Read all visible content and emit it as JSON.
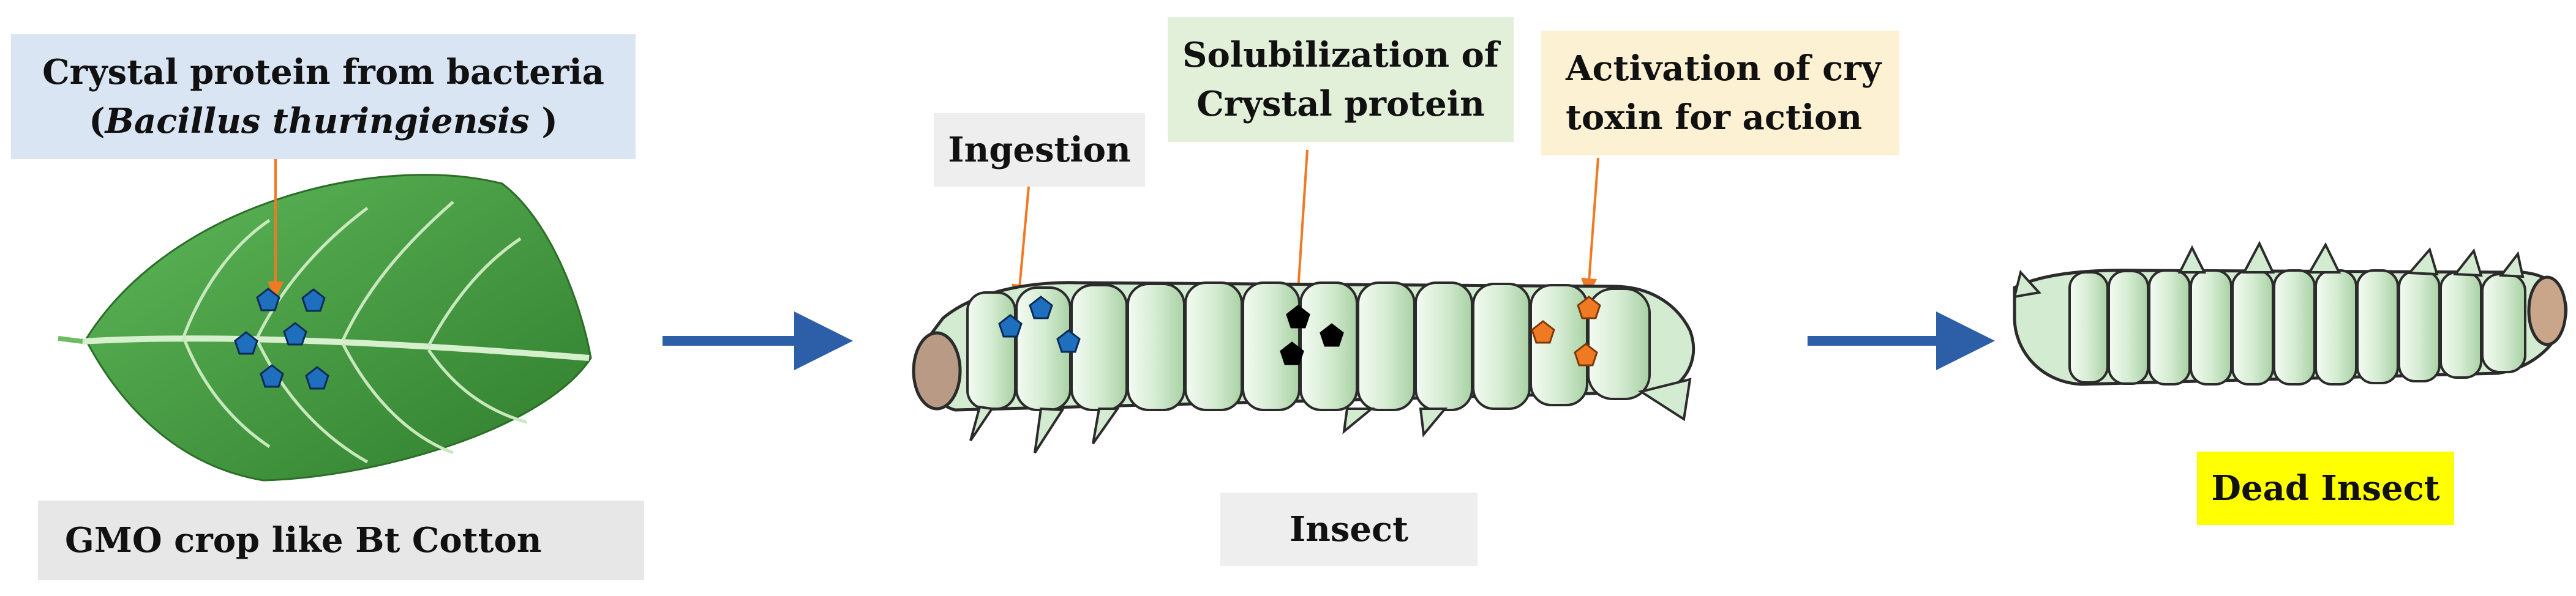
{
  "labels": {
    "crystal_protein_line1": "Crystal protein from bacteria",
    "crystal_protein_open": "(",
    "crystal_protein_species": "Bacillus thuringiensis",
    "crystal_protein_close": " )",
    "gmo_crop": "GMO crop like Bt Cotton",
    "ingestion": "Ingestion",
    "solubilization_line1": "Solubilization of",
    "solubilization_line2": "Crystal protein",
    "activation_line1": "Activation of cry",
    "activation_line2": "toxin for action",
    "insect": "Insect",
    "dead_insect": "Dead Insect"
  },
  "colors": {
    "blue_box": "#d9e5f3",
    "grey_box": "#e7e7e7",
    "green_box": "#e2efd9",
    "cream_box": "#fdf1d3",
    "yellow_box": "#ffff00",
    "leaf": "#3f9a3a",
    "pentagon_blue": "#1f6fbf",
    "pentagon_black": "#000000",
    "pentagon_orange": "#f07a24",
    "pointer_orange": "#f07a24",
    "flow_arrow": "#2c5fa8",
    "insect_body": "#d3ebd1",
    "insect_head": "#b99a84"
  }
}
